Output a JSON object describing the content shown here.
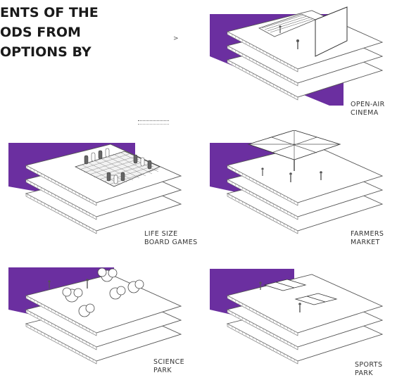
{
  "heading": {
    "lines": [
      "ENTS OF THE",
      "ODS FROM",
      "OPTIONS BY"
    ]
  },
  "stray_mark": ">",
  "accent_color": "#6b2fa0",
  "panels": [
    {
      "id": "open-air-cinema",
      "caption": [
        "OPEN-AIR",
        "CINEMA"
      ]
    },
    {
      "id": "board-games",
      "caption": [
        "LIFE SIZE",
        "BOARD GAMES"
      ]
    },
    {
      "id": "farmers-market",
      "caption": [
        "FARMERS",
        "MARKET"
      ]
    },
    {
      "id": "science-park",
      "caption": [
        "SCIENCE",
        "PARK"
      ]
    },
    {
      "id": "sports-park",
      "caption": [
        "SPORTS",
        "PARK"
      ]
    }
  ]
}
